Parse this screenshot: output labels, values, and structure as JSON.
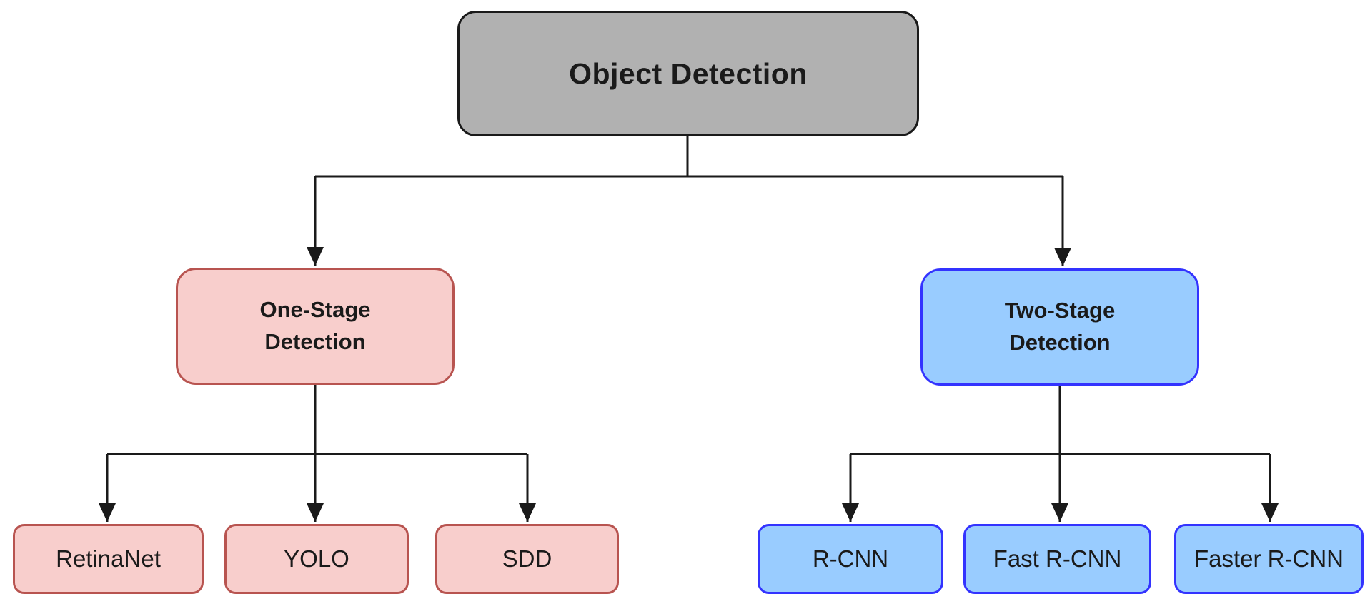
{
  "diagram": {
    "title": "Object Detection taxonomy flowchart",
    "nodes": {
      "root": {
        "id": "object-detection",
        "label": "Object Detection",
        "category": "gray"
      },
      "one_stage": {
        "id": "one-stage-detection",
        "label": "One-Stage\nDetection",
        "category": "pink"
      },
      "two_stage": {
        "id": "two-stage-detection",
        "label": "Two-Stage\nDetection",
        "category": "blue"
      },
      "retinanet": {
        "id": "retinanet",
        "label": "RetinaNet",
        "category": "pink"
      },
      "yolo": {
        "id": "yolo",
        "label": "YOLO",
        "category": "pink"
      },
      "sdd": {
        "id": "sdd",
        "label": "SDD",
        "category": "pink"
      },
      "rcnn": {
        "id": "r-cnn",
        "label": "R-CNN",
        "category": "blue"
      },
      "fast_rcnn": {
        "id": "fast-r-cnn",
        "label": "Fast R-CNN",
        "category": "blue"
      },
      "faster_rcnn": {
        "id": "faster-r-cnn",
        "label": "Faster R-CNN",
        "category": "blue"
      }
    },
    "edges": [
      {
        "from": "object-detection",
        "to": "one-stage-detection"
      },
      {
        "from": "object-detection",
        "to": "two-stage-detection"
      },
      {
        "from": "one-stage-detection",
        "to": "retinanet"
      },
      {
        "from": "one-stage-detection",
        "to": "yolo"
      },
      {
        "from": "one-stage-detection",
        "to": "sdd"
      },
      {
        "from": "two-stage-detection",
        "to": "r-cnn"
      },
      {
        "from": "two-stage-detection",
        "to": "fast-r-cnn"
      },
      {
        "from": "two-stage-detection",
        "to": "faster-r-cnn"
      }
    ],
    "colors": {
      "gray": {
        "fill": "#b1b1b1",
        "stroke": "#1a1a1a"
      },
      "pink": {
        "fill": "#f8cecc",
        "stroke": "#b85450"
      },
      "blue": {
        "fill": "#99ccff",
        "stroke": "#3333ff"
      },
      "connector": "#1a1a1a",
      "text": "#1a1a1a"
    }
  }
}
